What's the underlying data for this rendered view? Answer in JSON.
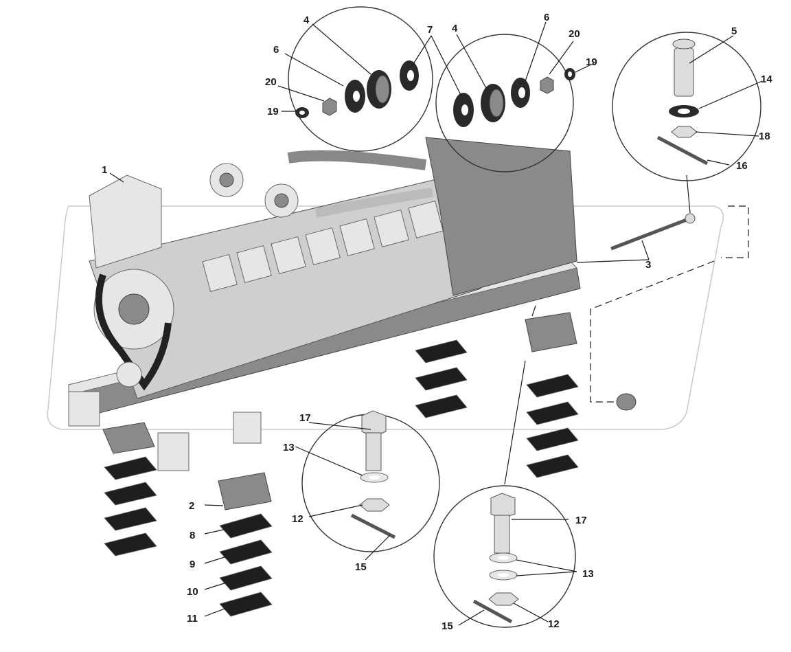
{
  "callouts": {
    "c1": "1",
    "c2": "2",
    "c3": "3",
    "c4a": "4",
    "c4b": "4",
    "c5": "5",
    "c6a": "6",
    "c6b": "6",
    "c7": "7",
    "c8": "8",
    "c9": "9",
    "c10": "10",
    "c11": "11",
    "c12a": "12",
    "c12b": "12",
    "c13a": "13",
    "c13b": "13",
    "c14": "14",
    "c15a": "15",
    "c15b": "15",
    "c16": "16",
    "c17a": "17",
    "c17b": "17",
    "c18": "18",
    "c19a": "19",
    "c19b": "19",
    "c20a": "20",
    "c20b": "20"
  },
  "colors": {
    "line": "#1a1a1a",
    "pad": "#1e1e1e",
    "engine": "#cfcfcf"
  }
}
